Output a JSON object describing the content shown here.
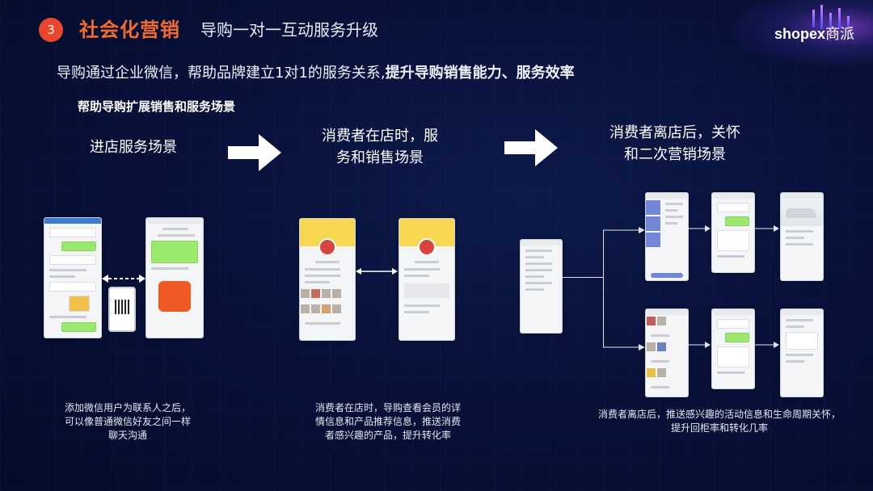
{
  "header": {
    "section_number": "3",
    "title": "社会化营销",
    "subtitle": "导购一对一互动服务升级",
    "logo_text": "shopex",
    "logo_cn": "商派"
  },
  "intro": {
    "text_normal": "导购通过企业微信，帮助品牌建立1对1的服务关系,",
    "text_bold": "提升导购销售能力、服务效率"
  },
  "help_title": "帮助导购扩展销售和服务场景",
  "scenes": [
    {
      "title_line1": "进店服务场景",
      "title_line2": "",
      "desc_line1": "添加微信用户为联系人之后，",
      "desc_line2": "可以像普通微信好友之间一样",
      "desc_line3": "聊天沟通"
    },
    {
      "title_line1": "消费者在店时，服",
      "title_line2": "务和销售场景",
      "desc_line1": "消费者在店时，导购查看会员的详",
      "desc_line2": "情信息和产品推荐信息，推送消费",
      "desc_line3": "者感兴趣的产品，提升转化率"
    },
    {
      "title_line1": "消费者离店后，关怀",
      "title_line2": "和二次营销场景",
      "desc_line1": "消费者离店后，推送感兴趣的活动信息和生命周期关怀，",
      "desc_line2": "提升回柜率和转化几率",
      "desc_line3": ""
    }
  ],
  "colors": {
    "accent_orange": "#f26b2e",
    "badge_red": "#e8472b",
    "background": "#08113a"
  },
  "icons": [
    "arrow-right-icon",
    "double-arrow-icon",
    "qr-code-icon",
    "shopex-logo-icon"
  ]
}
